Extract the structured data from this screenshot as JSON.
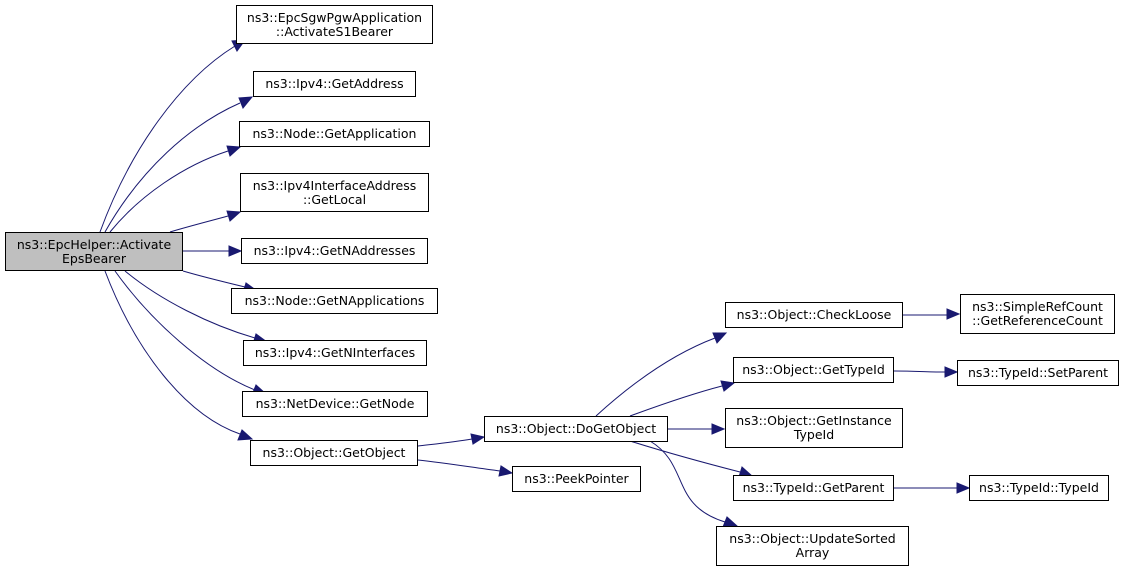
{
  "colors": {
    "edge": "#191970",
    "root_fill": "#bfbfbf",
    "node_fill": "#ffffff",
    "border": "#000000"
  },
  "nodes": {
    "root": {
      "line1": "ns3::EpcHelper::Activate",
      "line2": "EpsBearer"
    },
    "activateS1": {
      "line1": "ns3::EpcSgwPgwApplication",
      "line2": "::ActivateS1Bearer"
    },
    "getAddress": {
      "line1": "ns3::Ipv4::GetAddress"
    },
    "getApplication": {
      "line1": "ns3::Node::GetApplication"
    },
    "getLocal": {
      "line1": "ns3::Ipv4InterfaceAddress",
      "line2": "::GetLocal"
    },
    "getNAddresses": {
      "line1": "ns3::Ipv4::GetNAddresses"
    },
    "getNApplications": {
      "line1": "ns3::Node::GetNApplications"
    },
    "getNInterfaces": {
      "line1": "ns3::Ipv4::GetNInterfaces"
    },
    "getNode": {
      "line1": "ns3::NetDevice::GetNode"
    },
    "getObject": {
      "line1": "ns3::Object::GetObject"
    },
    "doGetObject": {
      "line1": "ns3::Object::DoGetObject"
    },
    "peekPointer": {
      "line1": "ns3::PeekPointer"
    },
    "checkLoose": {
      "line1": "ns3::Object::CheckLoose"
    },
    "getTypeId": {
      "line1": "ns3::Object::GetTypeId"
    },
    "getInstanceTypeId": {
      "line1": "ns3::Object::GetInstance",
      "line2": "TypeId"
    },
    "typeIdGetParent": {
      "line1": "ns3::TypeId::GetParent"
    },
    "updateSorted": {
      "line1": "ns3::Object::UpdateSorted",
      "line2": "Array"
    },
    "getRefCount": {
      "line1": "ns3::SimpleRefCount",
      "line2": "::GetReferenceCount"
    },
    "setParent": {
      "line1": "ns3::TypeId::SetParent"
    },
    "typeIdTypeId": {
      "line1": "ns3::TypeId::TypeId"
    }
  }
}
